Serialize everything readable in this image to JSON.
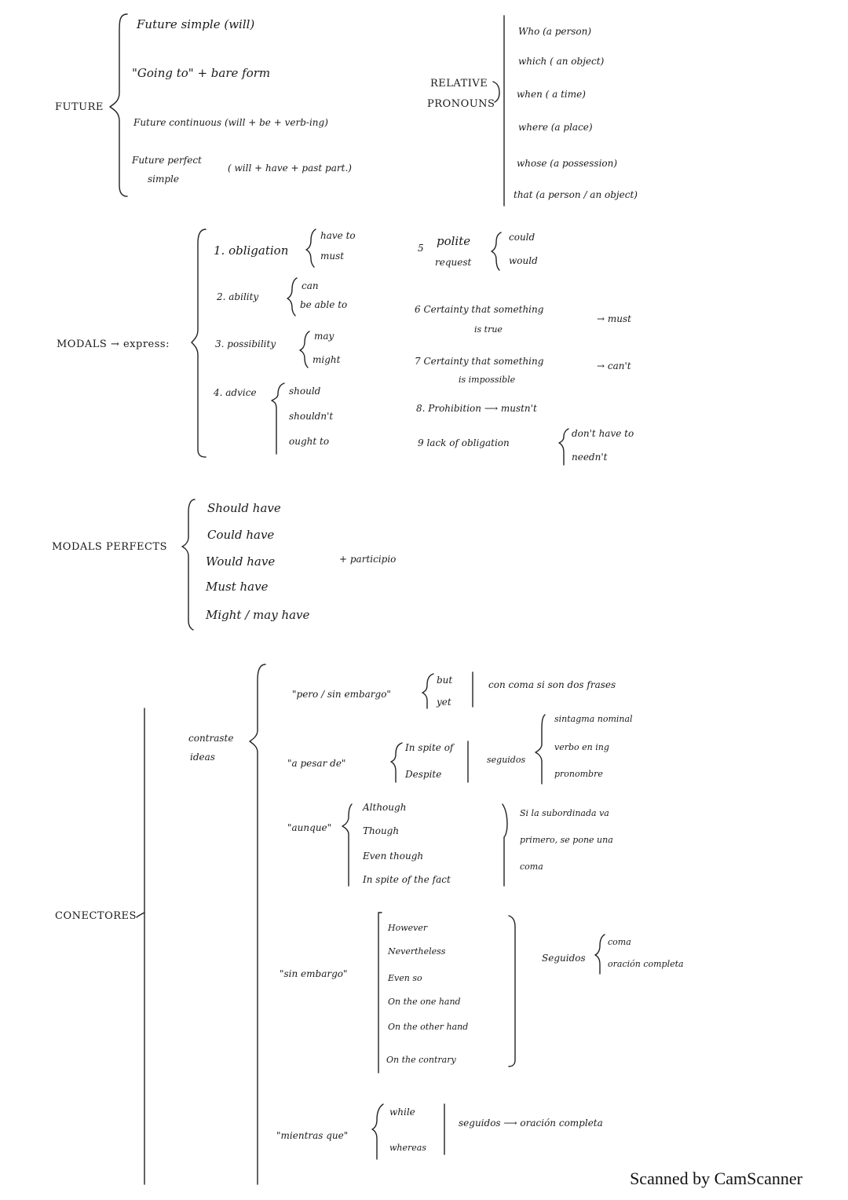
{
  "future": {
    "title": "FUTURE",
    "items": [
      "Future simple (will)",
      "\"Going to\" + bare form",
      "Future continuous (will + be + verb-ing)"
    ],
    "perfect_line1": "Future perfect",
    "perfect_line2": "simple",
    "perfect_note": "( will + have + past part.)"
  },
  "relative": {
    "title_line1": "RELATIVE",
    "title_line2": "PRONOUNS",
    "items": [
      "Who (a person)",
      "which ( an object)",
      "when ( a time)",
      "where (a place)",
      "whose (a possession)",
      "that (a person / an object)"
    ]
  },
  "modals": {
    "title": "MODALS → express:",
    "obligation": {
      "label": "1. obligation",
      "opts": [
        "have to",
        "must"
      ]
    },
    "ability": {
      "label": "2. ability",
      "opts": [
        "can",
        "be able to"
      ]
    },
    "possibility": {
      "label": "3. possibility",
      "opts": [
        "may",
        "might"
      ]
    },
    "advice": {
      "label": "4. advice",
      "opts": [
        "should",
        "shouldn't",
        "ought to"
      ]
    },
    "polite": {
      "num": "5",
      "label_line1": "polite",
      "label_line2": "request",
      "opts": [
        "could",
        "would"
      ]
    },
    "certainty_true": {
      "label_line1": "6  Certainty that something",
      "label_line2": "is true",
      "result": "→ must"
    },
    "certainty_impossible": {
      "label_line1": "7  Certainty that something",
      "label_line2": "is impossible",
      "result": "→ can't"
    },
    "prohibition": {
      "label": "8. Prohibition  ⟶ mustn't"
    },
    "lack": {
      "label": "9 lack of obligation",
      "opts": [
        "don't have to",
        "needn't"
      ]
    }
  },
  "modal_perfects": {
    "title": "MODALS PERFECTS",
    "items": [
      "Should have",
      "Could have",
      "Would have",
      "Must have",
      "Might / may have"
    ],
    "suffix": "+ participio"
  },
  "conectores": {
    "title": "CONECTORES",
    "group_label_line1": "contraste",
    "group_label_line2": "ideas",
    "pero": {
      "label": "\"pero / sin embargo\"",
      "opts": [
        "but",
        "yet"
      ],
      "note": "con coma si son dos frases"
    },
    "a_pesar": {
      "label": "\"a pesar de\"",
      "opts": [
        "In spite of",
        "Despite"
      ],
      "seguidos": "seguidos",
      "targets": [
        "sintagma nominal",
        "verbo en ing",
        "pronombre"
      ]
    },
    "aunque": {
      "label": "\"aunque\"",
      "opts": [
        "Although",
        "Though",
        "Even though",
        "In spite of the fact"
      ],
      "note_lines": [
        "Si la subordinada va",
        "primero, se pone una",
        "coma"
      ]
    },
    "sin_embargo": {
      "label": "\"sin embargo\"",
      "opts": [
        "However",
        "Nevertheless",
        "Even so",
        "On the one hand",
        "On the other hand",
        "On the contrary"
      ],
      "seguidos": "Seguidos",
      "targets": [
        "coma",
        "oración completa"
      ]
    },
    "mientras": {
      "label": "\"mientras que\"",
      "opts": [
        "while",
        "whereas"
      ],
      "note": "seguidos ⟶ oración completa"
    }
  },
  "footer": "Scanned by CamScanner"
}
